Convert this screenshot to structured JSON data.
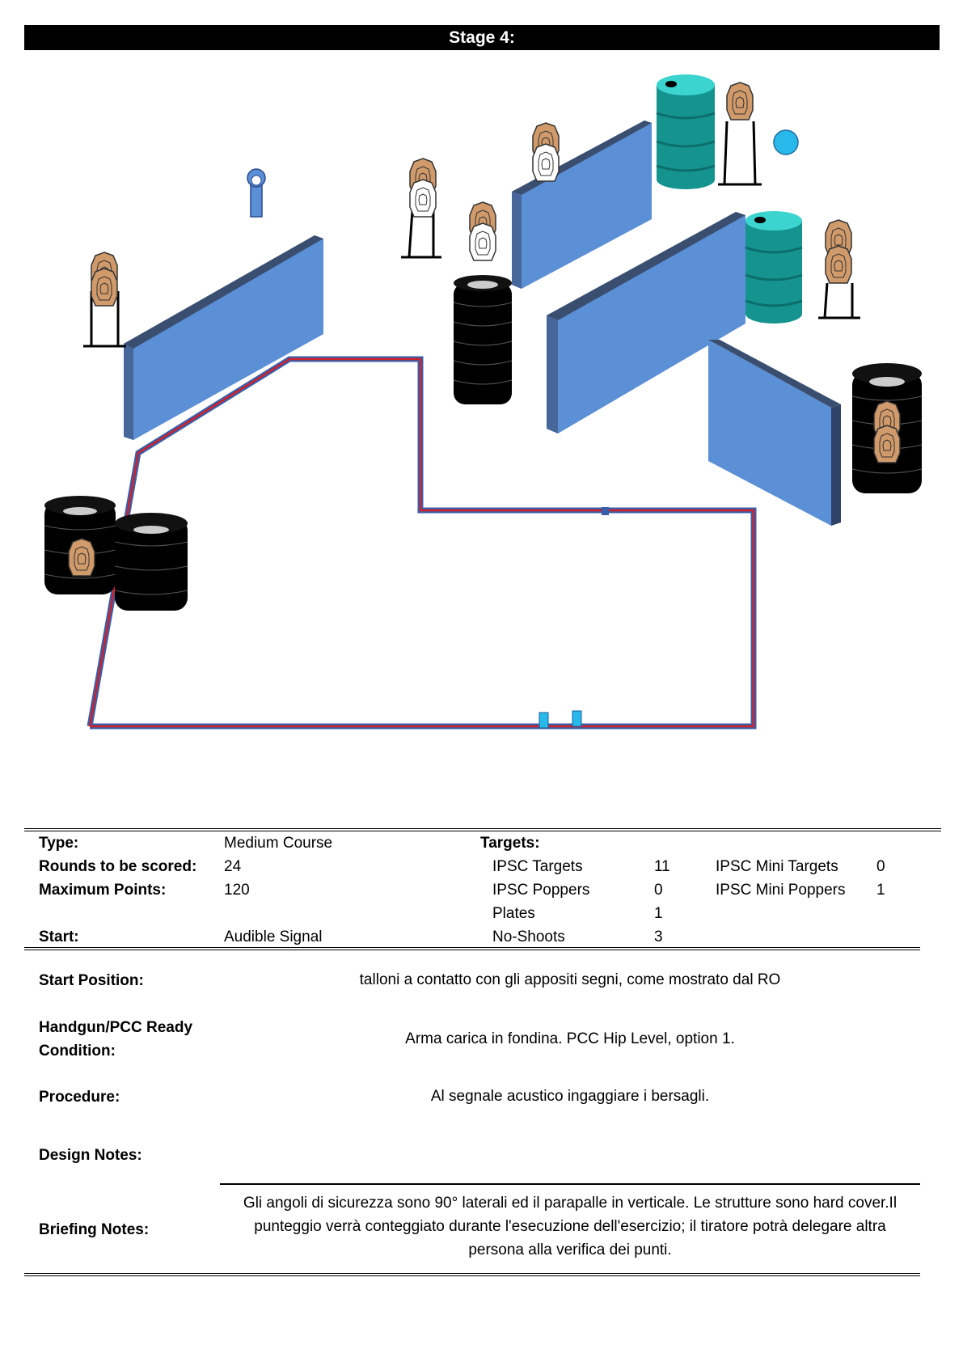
{
  "header": {
    "title": "Stage 4:"
  },
  "summary": {
    "type_label": "Type:",
    "type_value": "Medium Course",
    "rounds_label": "Rounds to be scored:",
    "rounds_value": "24",
    "max_label": "Maximum Points:",
    "max_value": "120",
    "start_label": "Start:",
    "start_value": "Audible Signal",
    "targets_label": "Targets:",
    "targets": [
      {
        "label": "IPSC Targets",
        "value": "11"
      },
      {
        "label": "IPSC Poppers",
        "value": "0"
      },
      {
        "label": "Plates",
        "value": "1"
      },
      {
        "label": "No-Shoots",
        "value": "3"
      }
    ],
    "mini": [
      {
        "label": "IPSC Mini Targets",
        "value": "0"
      },
      {
        "label": "IPSC Mini Poppers",
        "value": "1"
      }
    ]
  },
  "details": {
    "start_position_label": "Start Position:",
    "start_position_value": "talloni a contatto con gli appositi segni, come mostrato dal RO",
    "ready_label_1": "Handgun/PCC Ready",
    "ready_label_2": "Condition:",
    "ready_value": "Arma carica in fondina. PCC Hip Level, option 1.",
    "procedure_label": "Procedure:",
    "procedure_value": "Al segnale acustico ingaggiare i bersagli.",
    "design_label": "Design Notes:",
    "briefing_label": "Briefing Notes:",
    "briefing_value": "Gli angoli di sicurezza sono 90° laterali ed il parapalle in verticale. Le strutture sono hard cover.Il punteggio verrà conteggiato durante l'esecuzione dell'esercizio; il tiratore potrà delegare altra persona alla verifica  dei punti."
  },
  "colors": {
    "wall": "#5b8fd6",
    "barrel": "#15938f",
    "target": "#d09a6a",
    "tire": "#000000",
    "fault_line_outer": "#3a5ea8",
    "fault_line_inner": "#d0202a",
    "plate": "#29b8ea"
  }
}
